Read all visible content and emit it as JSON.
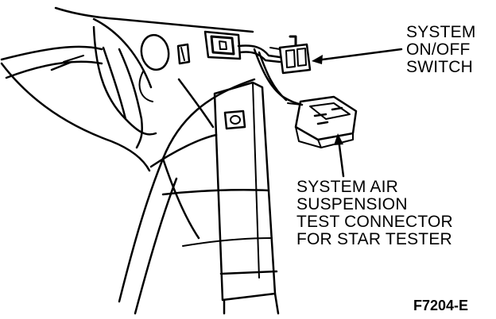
{
  "diagram": {
    "callouts": [
      {
        "id": "on-off-switch",
        "lines": [
          "SYSTEM",
          "ON/OFF",
          "SWITCH"
        ]
      },
      {
        "id": "test-connector",
        "lines": [
          "SYSTEM AIR",
          "SUSPENSION",
          "TEST CONNECTOR",
          "FOR STAR TESTER"
        ]
      }
    ],
    "figure_code": "F7204-E"
  },
  "colors": {
    "ink": "#000000",
    "background": "#ffffff"
  }
}
